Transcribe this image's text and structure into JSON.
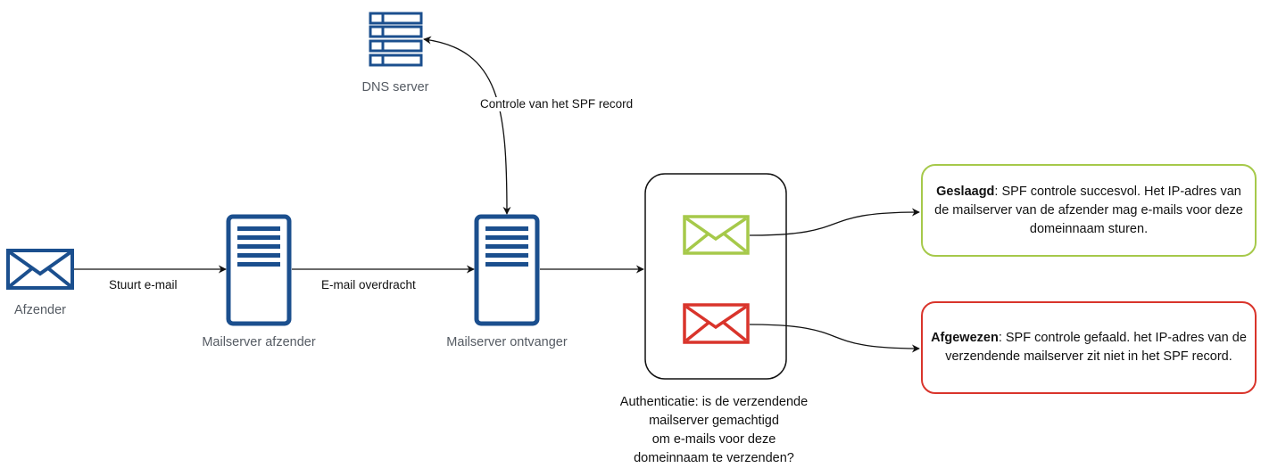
{
  "nodes": {
    "afzender": "Afzender",
    "mailserver_afzender": "Mailserver afzender",
    "mailserver_ontvanger": "Mailserver ontvanger",
    "dns_server": "DNS server"
  },
  "edges": {
    "stuurt_email": "Stuurt e-mail",
    "email_overdracht": "E-mail overdracht",
    "controle_spf": "Controle van het SPF record"
  },
  "authentication": {
    "line1": "Authenticatie: is de verzendende",
    "line2": "mailserver gemachtigd",
    "line3": "om e-mails voor deze",
    "line4": "domeinnaam te verzenden?"
  },
  "outcomes": {
    "success": {
      "title": "Geslaagd",
      "text": ": SPF controle succesvol. Het IP-adres van de mailserver van de afzender mag e-mails voor deze domeinnaam sturen.",
      "color": "#a6c94a"
    },
    "failure": {
      "title": "Afgewezen",
      "text": ": SPF controle gefaald. het IP-adres van de verzendende mailserver zit niet in het SPF record.",
      "color": "#d9342b"
    }
  },
  "colors": {
    "server_blue": "#1b4f8e",
    "line": "#111111"
  },
  "icons": {
    "afzender": "envelope-icon",
    "mailserver_afzender": "server-icon",
    "mailserver_ontvanger": "server-icon",
    "dns_server": "dns-server-icon",
    "success": "envelope-icon",
    "failure": "envelope-icon"
  }
}
